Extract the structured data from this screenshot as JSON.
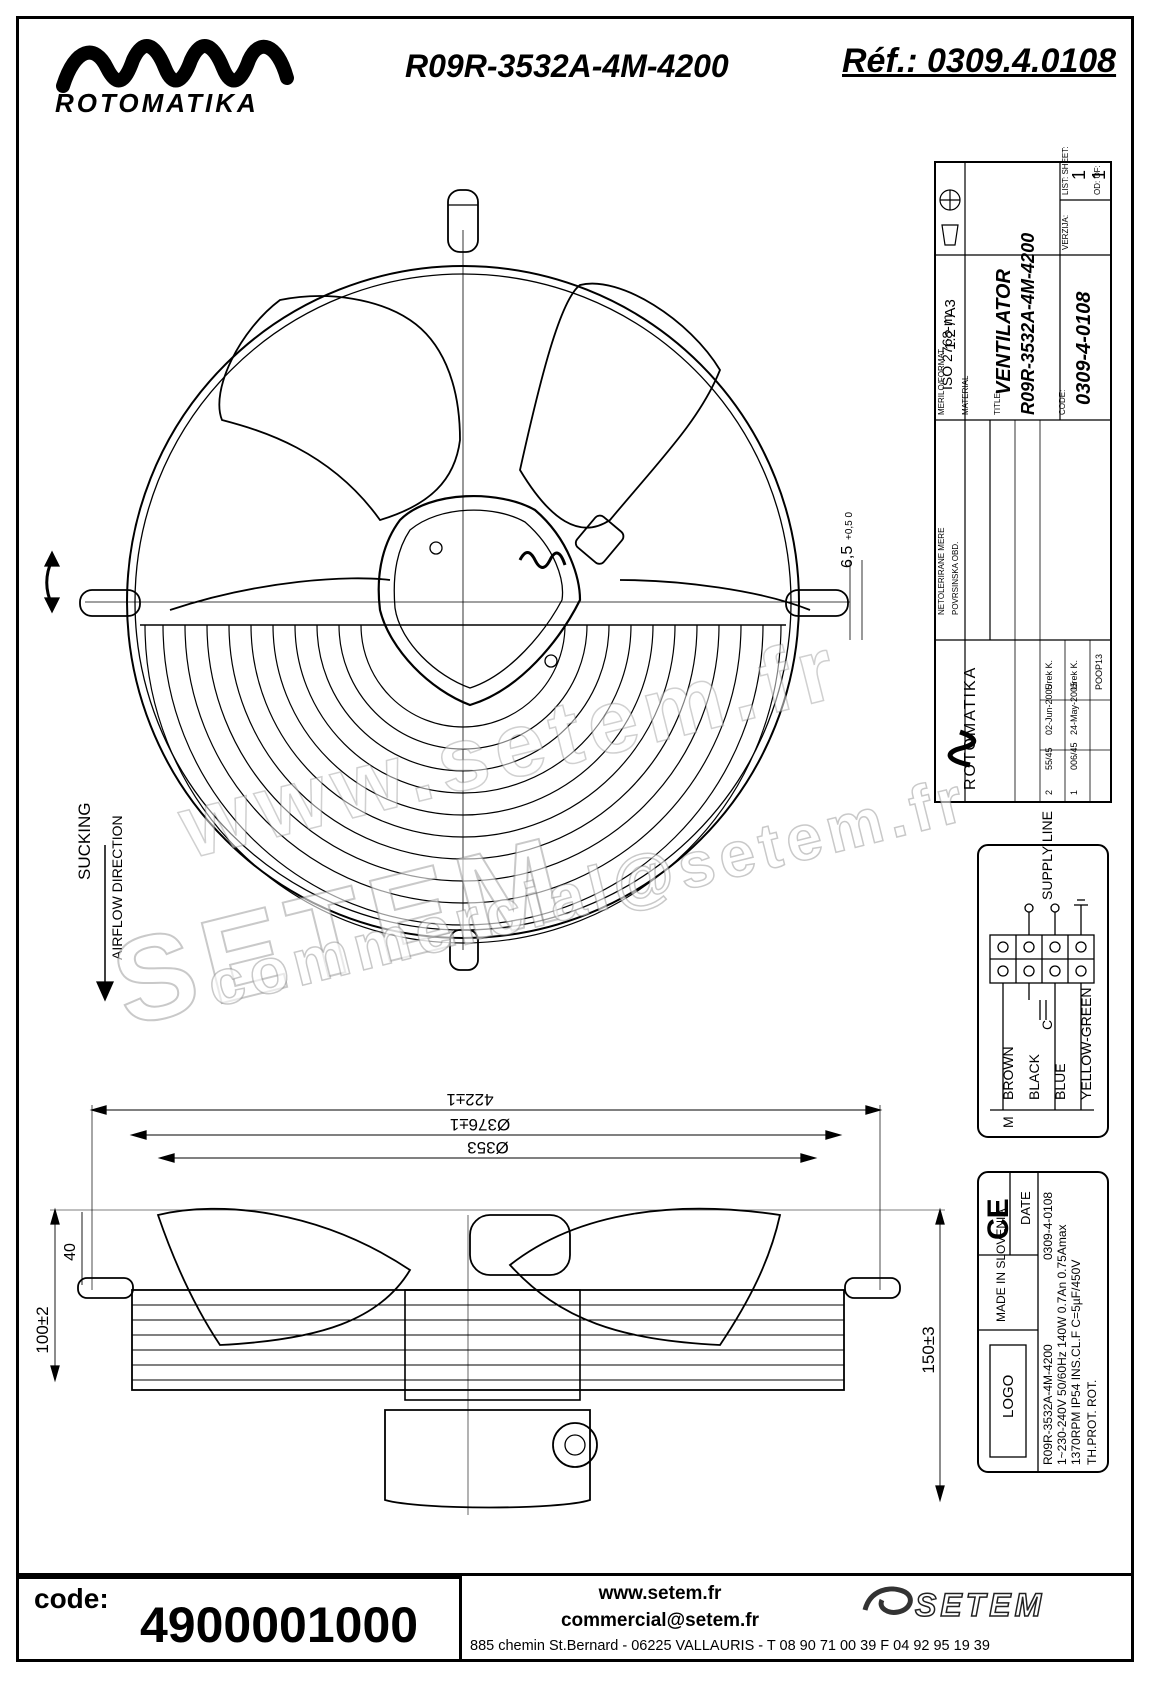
{
  "header": {
    "brand_name": "ROTOMATIKA",
    "model": "R09R-3532A-4M-4200",
    "reference": "Réf.: 0309.4.0108"
  },
  "front_view": {
    "airflow_label_1": "SUCKING",
    "airflow_label_2": "AIRFLOW DIRECTION",
    "dimension_depth": "6,5",
    "dimension_tolerance": "+0,5 0"
  },
  "side_view": {
    "dim_overall": "422±1",
    "dim_guard": "Ø376±1",
    "dim_blade": "Ø353",
    "dim_height_left": "100±2",
    "dim_inner": "40",
    "dim_height_right": "150±3"
  },
  "title_block": {
    "material_standard": "ISO 2768-m",
    "scale": "1:2 / A3",
    "title": "VENTILATOR",
    "title_model": "R09R-3532A-4M-4200",
    "drawing_code": "0309-4-0108",
    "sheet": "1",
    "of": "1",
    "brand": "ROTOMATIKA",
    "labels": {
      "scale_label": "MERILO/FORMAT",
      "material_label": "MATERIAL",
      "tolerance_label": "NETOLERIRANE MERE",
      "surface_label": "POVRSINSKA OBD.",
      "title_label": "TITLE:",
      "code_label": "CODE:",
      "verzija_label": "VERZIJA:",
      "list_label": "LIST: SHEET:",
      "od_label": "OD: OF:"
    },
    "revisions": [
      {
        "num": "2",
        "rev": "55/45",
        "date": "02-Jun-2005",
        "who": "Urek K.",
        "check": "POOP13"
      },
      {
        "num": "1",
        "rev": "006/45",
        "date": "24-May-2005",
        "who": "Urek K.",
        "check": "POOP13"
      }
    ]
  },
  "wiring": {
    "supply_line": "SUPPLY LINE",
    "wires": [
      "BROWN",
      "BLACK",
      "BLUE",
      "YELLOW-GREEN"
    ],
    "motor": "M",
    "capacitor": "C"
  },
  "nameplate": {
    "ce": "CE",
    "date": "DATE",
    "made_in": "MADE IN SLOVENIA",
    "logo": "LOGO",
    "line1": "R09R-3532A-4M-4200",
    "line1b": "0309-4-0108",
    "line2": "1~230-240V 50/60Hz 140W 0.7An 0.75Amax",
    "line3": "1370RPM IP54 INS.CL.F C=5µF/450V",
    "line4": "TH.PROT. ROT."
  },
  "footer": {
    "code_label": "code:",
    "code_value": "4900001000",
    "website": "www.setem.fr",
    "email": "commercial@setem.fr",
    "address": "885 chemin St.Bernard  -  06225 VALLAURIS  -  T 08 90 71 00 39   F 04 92 95 19 39",
    "logo_text": "SETEM"
  },
  "watermark": {
    "big": "SETEM",
    "url": "commercial@setem.fr",
    "web": "www.setem.fr"
  }
}
